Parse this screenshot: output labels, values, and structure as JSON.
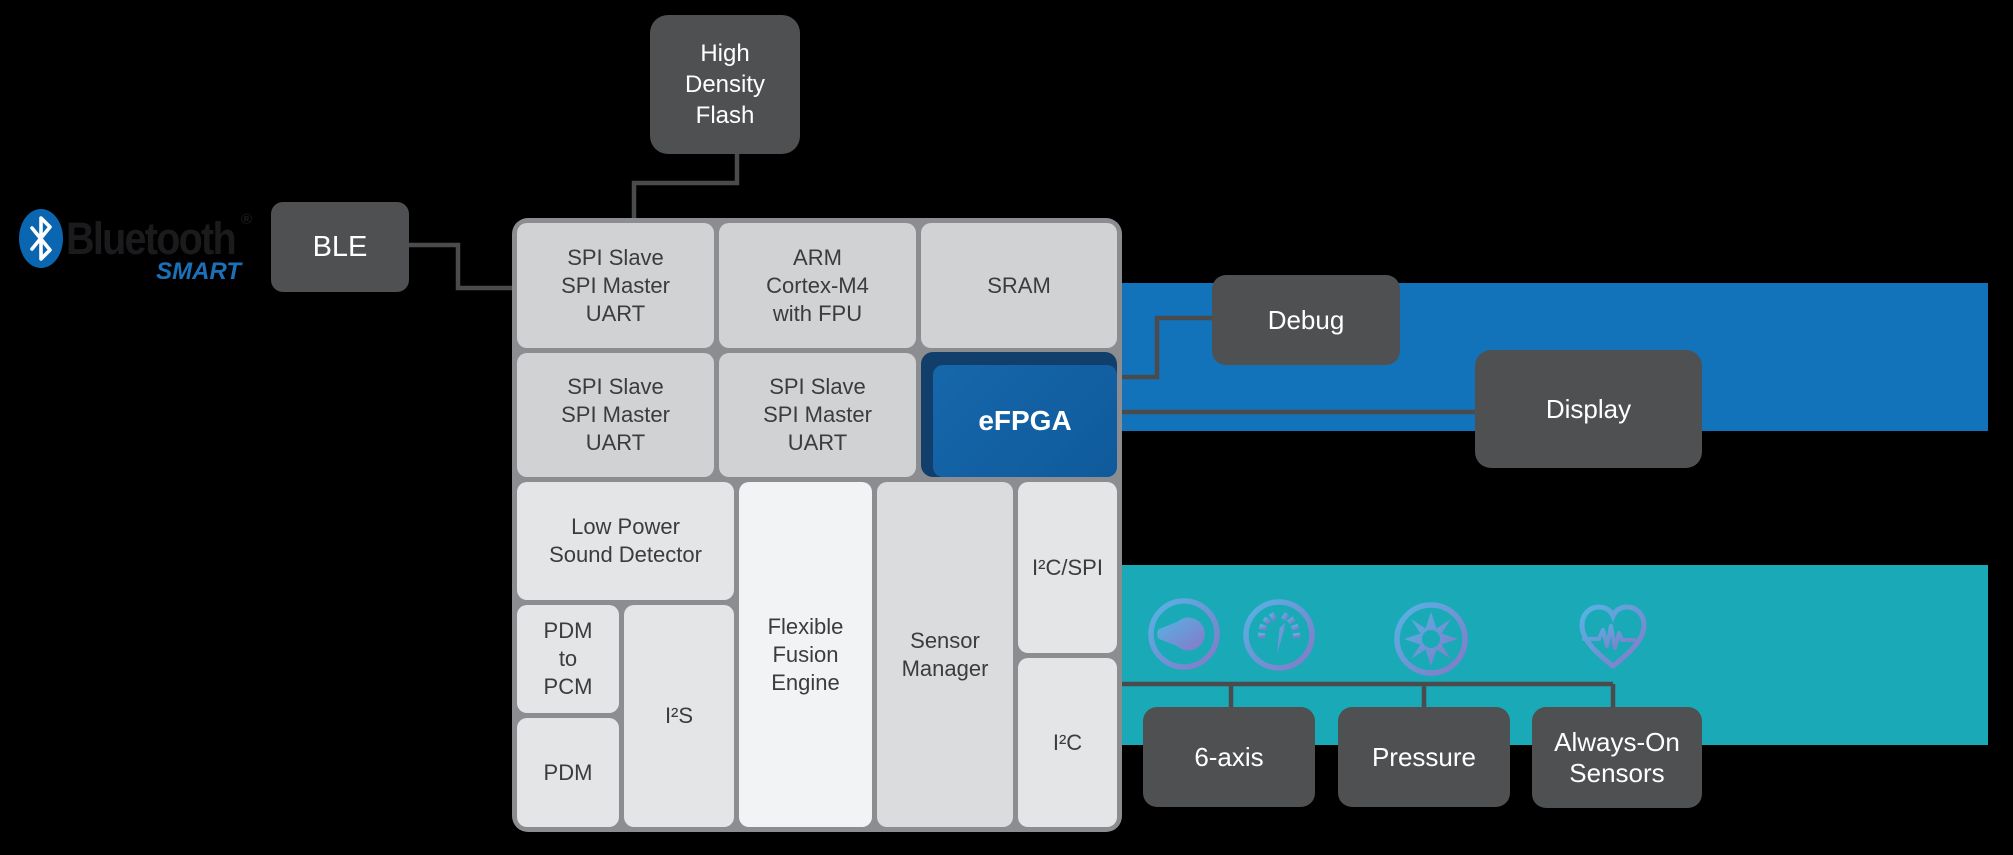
{
  "colors": {
    "bg": "#000000",
    "box_dark": "#4f5052",
    "band_blue": "#1272ba",
    "band_teal": "#1aa9b6",
    "block_bg": "#8b8d90",
    "box_light": "#d0d2d3",
    "box_lighter": "#e4e5e7",
    "box_lightest": "#f2f3f4",
    "box_mid": "#dbdcde",
    "efpga_front": "#1667ab",
    "efpga_front2": "#0f5a9b",
    "efpga_back": "#123e6b",
    "connector": "#4a4b4d",
    "text_dark": "#3b3c3e",
    "bt_blue": "#0a66b0",
    "bt_text": "#1b1b1d",
    "smart_blue": "#1c70b8",
    "icon_grad_a": "#55b4e4",
    "icon_grad_b": "#8678c8"
  },
  "bluetooth": {
    "brand": "Bluetooth",
    "registered": "®",
    "sub": "SMART"
  },
  "external": {
    "high_density_flash": "High\nDensity\nFlash",
    "ble": "BLE",
    "debug": "Debug",
    "display": "Display"
  },
  "soc": {
    "spi_block_1": "SPI Slave\nSPI Master\nUART",
    "arm_core": "ARM\nCortex-M4\nwith FPU",
    "sram": "SRAM",
    "spi_block_2": "SPI Slave\nSPI Master\nUART",
    "spi_block_3": "SPI Slave\nSPI Master\nUART",
    "efpga": "eFPGA",
    "low_power_sound_detector": "Low Power\nSound Detector",
    "pdm_to_pcm": "PDM\nto\nPCM",
    "pdm": "PDM",
    "i2s": "I²S",
    "flexible_fusion_engine": "Flexible\nFusion\nEngine",
    "sensor_manager": "Sensor\nManager",
    "i2c_spi": "I²C/SPI",
    "i2c": "I²C"
  },
  "sensors": {
    "six_axis": "6-axis",
    "pressure": "Pressure",
    "always_on": "Always-On\nSensors",
    "icons": [
      "beam-sensor-icon",
      "gauge-icon",
      "ambient-light-icon",
      "heart-rate-icon"
    ]
  }
}
